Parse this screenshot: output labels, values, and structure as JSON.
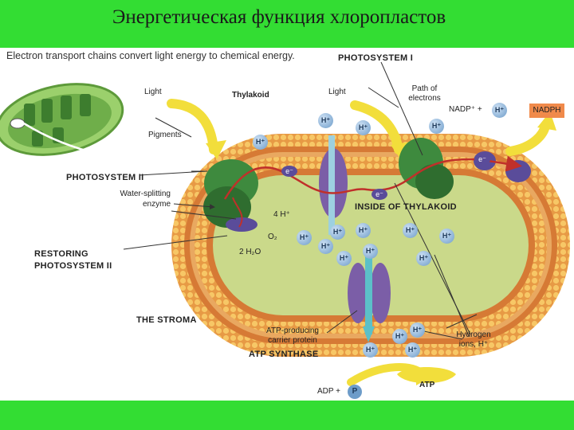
{
  "title": "Энергетическая функция хлоропластов",
  "caption": "Electron transport chains convert light energy to chemical energy.",
  "labels": {
    "photosystem1": "PHOTOSYSTEM I",
    "light_left": "Light",
    "thylakoid": "Thylakoid",
    "light_right": "Light",
    "path_of_electrons": "Path of electrons",
    "nadp_plus": "NADP⁺ +",
    "nadph": "NADPH",
    "pigments": "Pigments",
    "photosystem2": "PHOTOSYSTEM II",
    "water_splitting": "Water-splitting enzyme",
    "inside_thylakoid": "INSIDE OF THYLAKOID",
    "four_h": "4 H⁺",
    "o2": "O₂",
    "two_h2o": "2 H₂O",
    "restoring": "RESTORING PHOTOSYSTEM II",
    "stroma": "THE STROMA",
    "atp_carrier": "ATP-producing carrier protein",
    "atp_synthase": "ATP SYNTHASE",
    "hydrogen_ions": "Hydrogen ions, H⁺",
    "adp_plus": "ADP +",
    "p": "P",
    "atp": "ATP"
  },
  "ion_label": "H⁺",
  "electron_label": "e⁻",
  "colors": {
    "background": "#33dd33",
    "membrane_outer": "#f3b14f",
    "membrane_inner": "#d97b35",
    "lumen": "#c9d98c",
    "photosystem": "#3e8a3e",
    "protein": "#7b5ea7",
    "electron_path": "#c0302a"
  }
}
